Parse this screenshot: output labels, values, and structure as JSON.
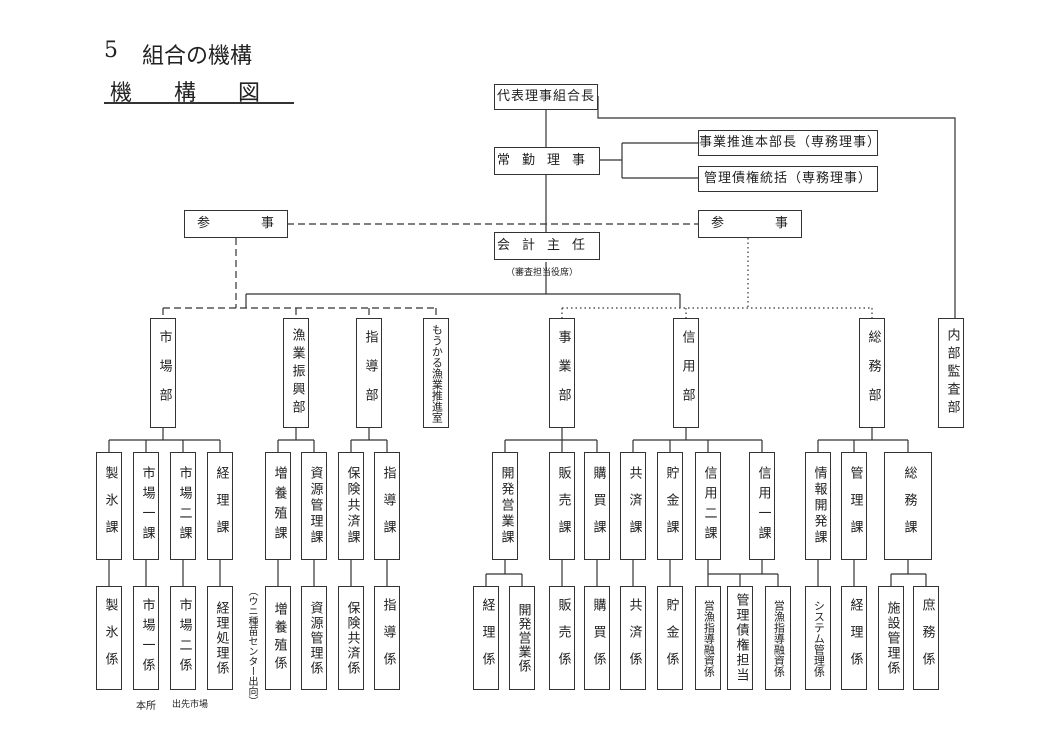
{
  "header": {
    "section": "5",
    "title": "組合の機構",
    "subtitle": "機構図"
  },
  "top": {
    "president": "代表理事組合長",
    "fulltime": "常勤理事",
    "right1": "事業推進本部長（専務理事）",
    "right2": "管理債権統括（専務理事）",
    "sanji_left_a": "参",
    "sanji_left_b": "事",
    "sanji_right_a": "参",
    "sanji_right_b": "事",
    "accountant": "会計主任",
    "accountant_note": "（審査担当役席）"
  },
  "departments": {
    "market": "市場部",
    "fishery": "漁業振興部",
    "guidance": "指導部",
    "profit": "もうかる漁業推進室",
    "business": "事業部",
    "credit": "信用部",
    "general": "総務部",
    "audit": "内部監査部"
  },
  "sections": {
    "seihyo": "製氷課",
    "ichiba1": "市場一課",
    "ichiba2": "市場二課",
    "keiri": "経理課",
    "zouyou": "増養殖課",
    "shigen": "資源管理課",
    "hoken": "保険共済課",
    "shidou": "指導課",
    "kaihatsu": "開発営業課",
    "hanbai": "販売課",
    "kobai": "購買課",
    "kyosai": "共済課",
    "chokin": "貯金課",
    "shinyo2": "信用二課",
    "shinyo1": "信用一課",
    "johokaihatsu": "情報開発課",
    "kanri": "管理課",
    "soumu": "総務課"
  },
  "units": {
    "seihyo": "製氷係",
    "ichiba1": "市場一係",
    "ichiba2": "市場二係",
    "keirishori": "経理処理係",
    "center": "（ウニ種苗センター出向）",
    "zouyou": "増養殖係",
    "shigen": "資源管理係",
    "hoken": "保険共済係",
    "shidou": "指導係",
    "keiri": "経理係",
    "kaihatsu": "開発営業係",
    "hanbai": "販売係",
    "kobai": "購買係",
    "kyosai": "共済係",
    "chokin": "貯金係",
    "eigyo1": "営漁指導融資係",
    "saiken": "管理債権担当",
    "eigyo2": "営漁指導融資係",
    "system": "システム管理係",
    "keiri2": "経理係",
    "shisetsu": "施設管理係",
    "shomu": "庶務係"
  },
  "notes": {
    "honsho": "本所",
    "market": "出先市場"
  }
}
